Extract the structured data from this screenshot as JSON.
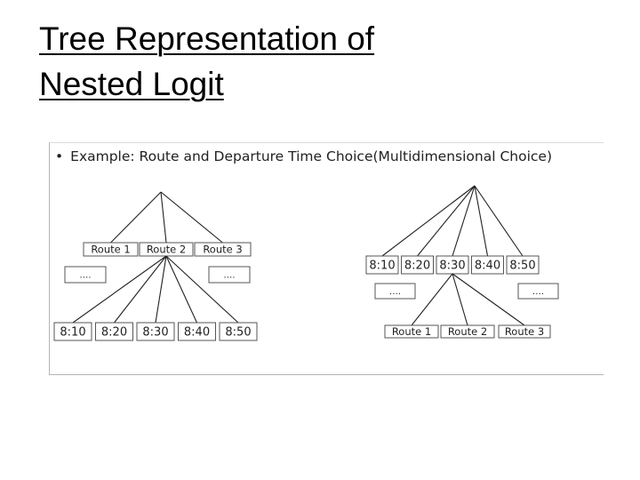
{
  "slide": {
    "title_line1": "Tree Representation of",
    "title_line2": "Nested Logit"
  },
  "figure": {
    "bullet": "•",
    "heading": "Example: Route and Departure Time Choice(Multidimensional Choice)"
  },
  "left_tree": {
    "level1": [
      "Route 1",
      "Route 2",
      "Route 3"
    ],
    "placeholders": [
      "….",
      "…."
    ],
    "level2": [
      "8:10",
      "8:20",
      "8:30",
      "8:40",
      "8:50"
    ]
  },
  "right_tree": {
    "level1": [
      "8:10",
      "8:20",
      "8:30",
      "8:40",
      "8:50"
    ],
    "placeholders": [
      "….",
      "…."
    ],
    "level2": [
      "Route 1",
      "Route 2",
      "Route 3"
    ]
  },
  "colors": {
    "line": "#222222",
    "box_border": "#555555",
    "frame": "#b5b5b5"
  }
}
